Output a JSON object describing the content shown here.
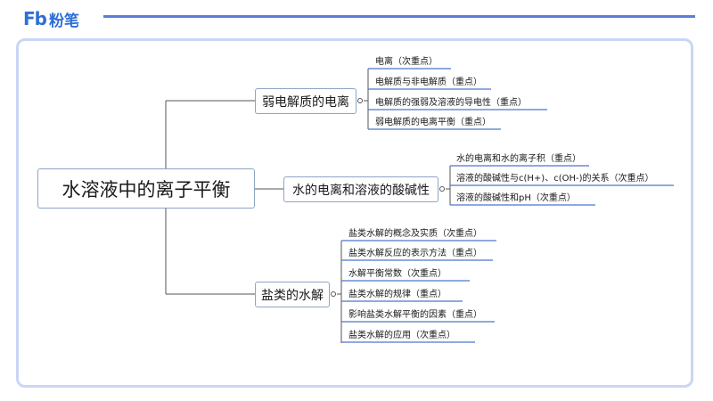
{
  "header": {
    "logo_mark": "Fb",
    "logo_text": "粉笔"
  },
  "mindmap": {
    "root": "水溶液中的离子平衡",
    "branches": [
      {
        "label": "弱电解质的电离",
        "items": [
          "电离（次重点）",
          "电解质与非电解质（重点）",
          "电解质的强弱及溶液的导电性（重点）",
          "弱电解质的电离平衡（重点）"
        ]
      },
      {
        "label": "水的电离和溶液的酸碱性",
        "items": [
          "水的电离和水的离子积（重点）",
          "溶液的酸碱性与c(H+)、c(OH-)的关系（次重点）",
          "溶液的酸碱性和pH（次重点）"
        ]
      },
      {
        "label": "盐类的水解",
        "items": [
          "盐类水解的概念及实质（次重点）",
          "盐类水解反应的表示方法（重点）",
          "水解平衡常数（次重点）",
          "盐类水解的规律（重点）",
          "影响盐类水解平衡的因素（重点）",
          "盐类水解的应用（次重点）"
        ]
      }
    ]
  },
  "colors": {
    "brand": "#2f6fd6",
    "frame_border": "#c9d6f3",
    "box_border": "#8ea4c6",
    "leaf_underline": "#4a78c9"
  }
}
